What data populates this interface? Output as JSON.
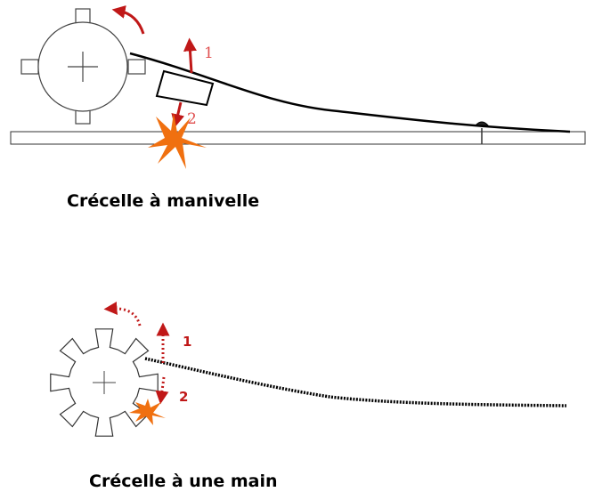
{
  "diagrams": [
    {
      "caption": "Crécelle à manivelle",
      "step_labels": [
        "1",
        "2"
      ]
    },
    {
      "caption": "Crécelle à une main",
      "step_labels": [
        "1",
        "2"
      ]
    }
  ],
  "colors": {
    "line": "#000000",
    "arrow": "#c01818",
    "label_top": "#e05050",
    "label_bottom": "#c01818",
    "burst": "#f07010",
    "outline": "#333333"
  }
}
